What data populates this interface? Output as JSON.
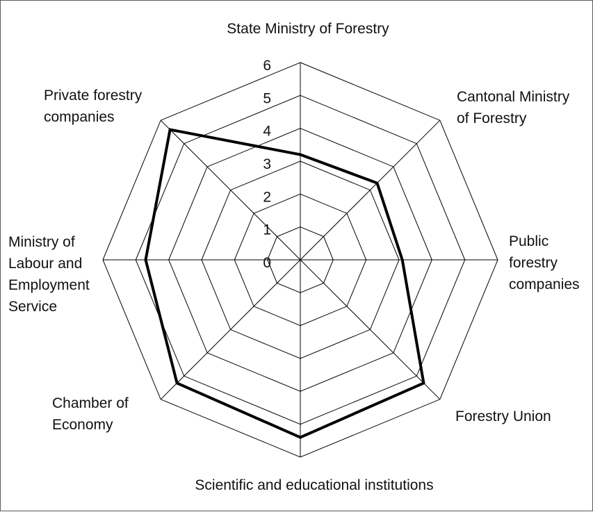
{
  "chart_data": {
    "type": "radar",
    "title": "",
    "categories": [
      [
        "State Ministry of Forestry"
      ],
      [
        "Cantonal Ministry",
        "of Forestry"
      ],
      [
        "Public",
        "forestry",
        "companies"
      ],
      [
        "Forestry Union"
      ],
      [
        "Scientific and educational institutions"
      ],
      [
        "Chamber of",
        "Economy"
      ],
      [
        "Ministry of",
        "Labour and",
        "Employment",
        "Service"
      ],
      [
        "Private forestry",
        "companies"
      ]
    ],
    "series": [
      {
        "values": [
          3.2,
          3.3,
          3.1,
          5.3,
          5.4,
          5.3,
          4.7,
          5.6
        ]
      }
    ],
    "rlim": [
      0,
      6
    ],
    "ticks": [
      "0",
      "1",
      "2",
      "3",
      "4",
      "5",
      "6"
    ],
    "grid": true,
    "colors": {
      "series": "#000000",
      "grid": "#000000"
    }
  }
}
